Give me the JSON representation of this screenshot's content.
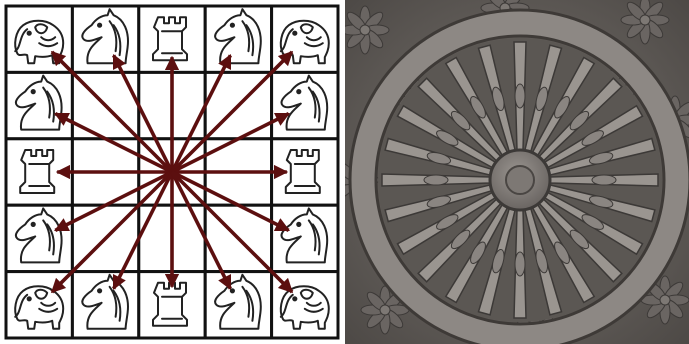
{
  "board": {
    "rows": 5,
    "cols": 5,
    "grid": [
      [
        "elephant-icon",
        "horse-icon",
        "chariot-icon",
        "horse-icon",
        "elephant-icon"
      ],
      [
        "horse-icon",
        "",
        "",
        "",
        "horse-icon"
      ],
      [
        "chariot-icon",
        "",
        "",
        "",
        "chariot-icon"
      ],
      [
        "horse-icon",
        "",
        "",
        "",
        "horse-icon"
      ],
      [
        "elephant-icon",
        "horse-icon",
        "chariot-icon",
        "horse-icon",
        "elephant-icon"
      ]
    ],
    "origin": [
      2,
      2
    ],
    "arrow_color": "#5c0f0f",
    "line_color": "#111111",
    "cell_color": "#ffffff",
    "piece_color": "#222222"
  },
  "wheel_photo": {
    "spokes": 24,
    "stone_color": "#6e6a66",
    "stone_dark": "#3c3937",
    "stone_light": "#9a9590"
  }
}
